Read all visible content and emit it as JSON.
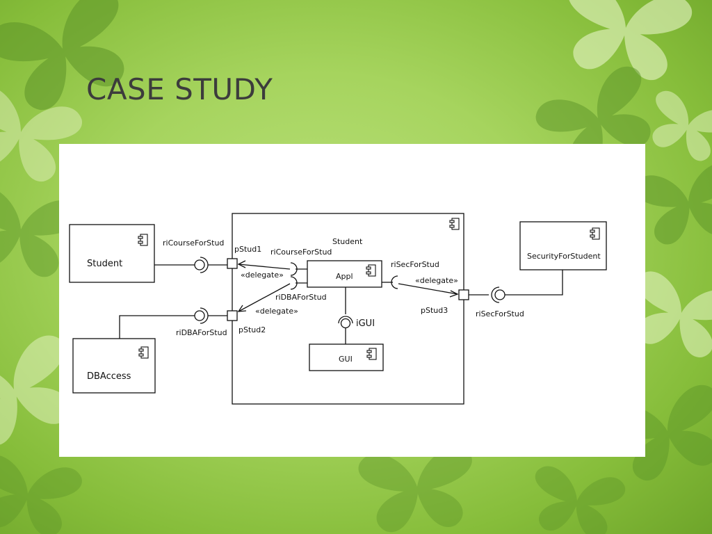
{
  "slide": {
    "title": "CASE STUDY"
  },
  "diagram": {
    "container": {
      "name": "Student"
    },
    "components": {
      "student": "Student",
      "dbaccess": "DBAccess",
      "security": "SecurityForStudent",
      "appl": "Appl",
      "gui": "GUI"
    },
    "ports": {
      "p1": "pStud1",
      "p2": "pStud2",
      "p3": "pStud3"
    },
    "interfaces": {
      "riCourseForStud_ext": "riCourseForStud",
      "riCourseForStud_int": "riCourseForStud",
      "riDBAForStud_ext": "riDBAForStud",
      "riDBAForStud_int": "riDBAForStud",
      "riSecForStud_int": "riSecForStud",
      "riSecForStud_ext": "riSecForStud",
      "iGUI": "iGUI"
    },
    "delegates": {
      "d1": "«delegate»",
      "d2": "«delegate»",
      "d3": "«delegate»"
    }
  }
}
